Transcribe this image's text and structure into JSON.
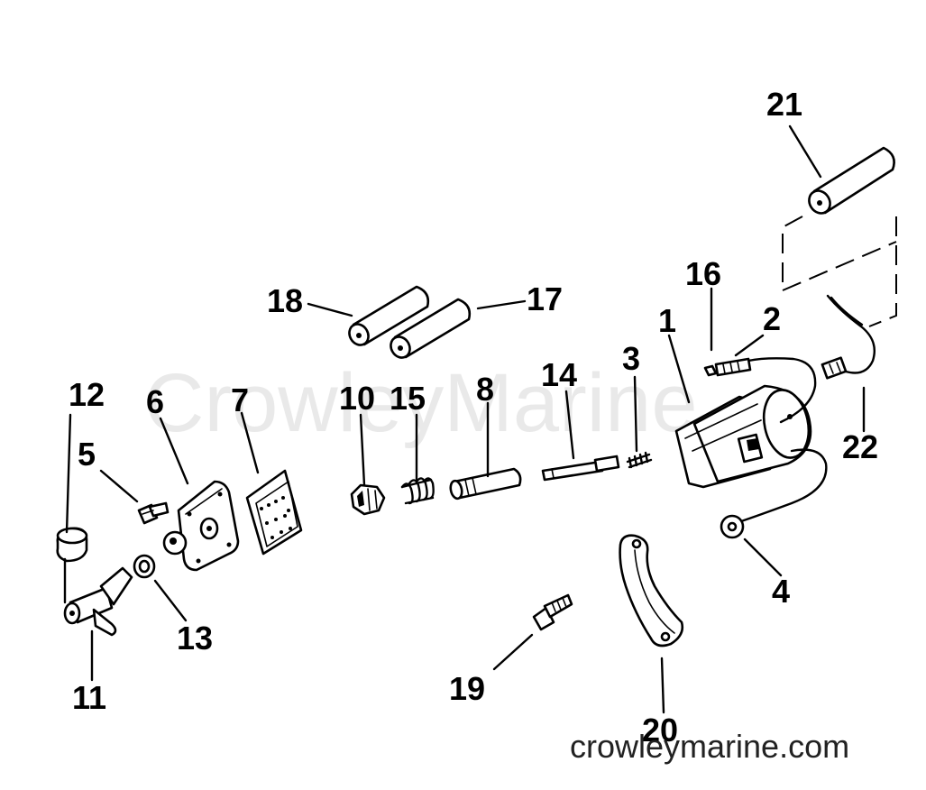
{
  "watermark": "CrowleyMarine",
  "credit": "crowleymarine.com",
  "callouts": [
    {
      "id": "1",
      "label": "1"
    },
    {
      "id": "2",
      "label": "2"
    },
    {
      "id": "3",
      "label": "3"
    },
    {
      "id": "4",
      "label": "4"
    },
    {
      "id": "5",
      "label": "5"
    },
    {
      "id": "6",
      "label": "6"
    },
    {
      "id": "7",
      "label": "7"
    },
    {
      "id": "8",
      "label": "8"
    },
    {
      "id": "10",
      "label": "10"
    },
    {
      "id": "11",
      "label": "11"
    },
    {
      "id": "12",
      "label": "12"
    },
    {
      "id": "13",
      "label": "13"
    },
    {
      "id": "14",
      "label": "14"
    },
    {
      "id": "15",
      "label": "15"
    },
    {
      "id": "16",
      "label": "16"
    },
    {
      "id": "17",
      "label": "17"
    },
    {
      "id": "18",
      "label": "18"
    },
    {
      "id": "19",
      "label": "19"
    },
    {
      "id": "20",
      "label": "20"
    },
    {
      "id": "21",
      "label": "21"
    },
    {
      "id": "22",
      "label": "22"
    }
  ]
}
